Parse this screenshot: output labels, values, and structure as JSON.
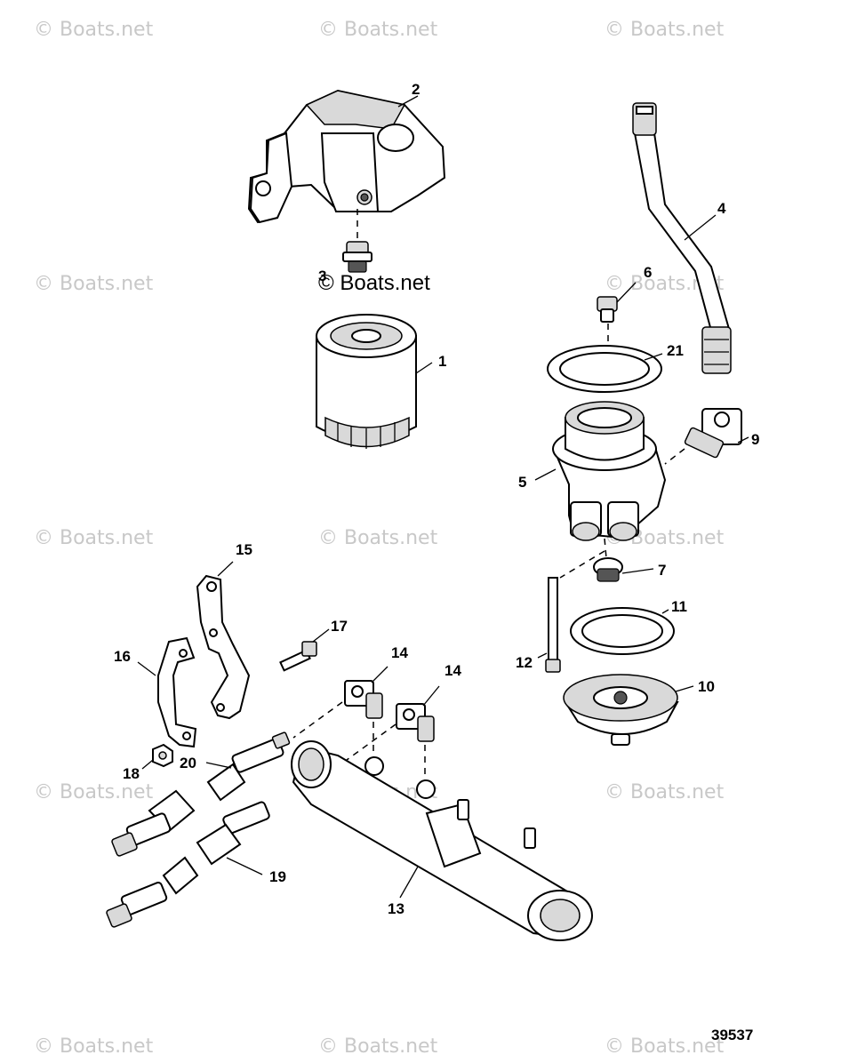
{
  "watermarks": {
    "text": "© Boats.net",
    "main_text": "© Boats.net"
  },
  "figure_number": "39537",
  "callouts": {
    "c1": "1",
    "c2": "2",
    "c3": "3",
    "c4": "4",
    "c5": "5",
    "c6": "6",
    "c7": "7",
    "c9": "9",
    "c10": "10",
    "c11": "11",
    "c12": "12",
    "c13": "13",
    "c14a": "14",
    "c14b": "14",
    "c15": "15",
    "c16": "16",
    "c17": "17",
    "c18": "18",
    "c19": "19",
    "c20": "20",
    "c21": "21"
  }
}
